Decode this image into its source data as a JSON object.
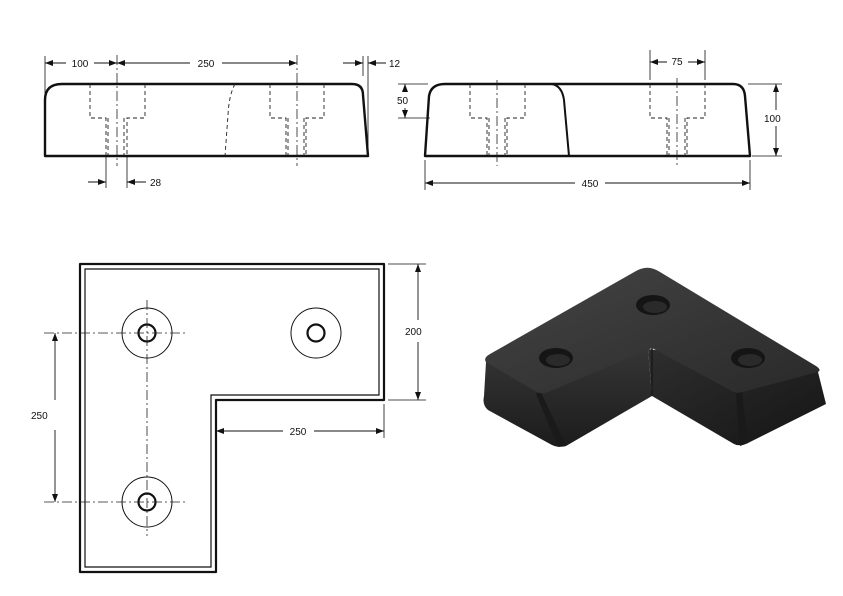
{
  "dimensions": {
    "front_left_edge": "100",
    "front_hole_spacing": "250",
    "front_taper": "12",
    "front_bore": "28",
    "side_step_height": "50",
    "side_height": "100",
    "side_bolt_width": "75",
    "side_length": "450",
    "plan_arm_width": "200",
    "plan_hole_spacing_vertical": "250",
    "plan_arm_length": "250"
  },
  "colors": {
    "line": "#111111",
    "rubber": "#2b2b2b",
    "rubber_top": "#3a3a3a",
    "background": "#ffffff"
  }
}
